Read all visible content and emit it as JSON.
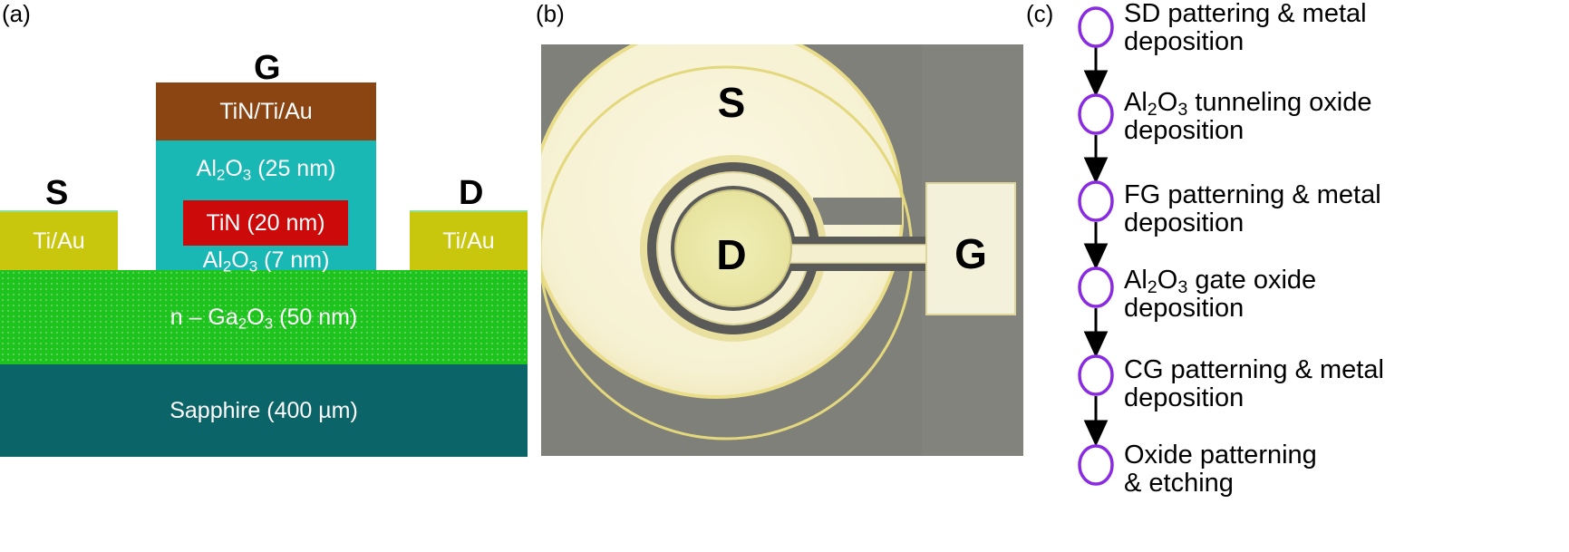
{
  "panel_a": {
    "label": "(a)",
    "gate_terminal": "G",
    "source_terminal": "S",
    "drain_terminal": "D",
    "gate_metal": "TiN/Ti/Au",
    "top_oxide": {
      "pre": "Al",
      "sub1": "2",
      "mid": "O",
      "sub2": "3",
      "post": " (25 nm)"
    },
    "floating_gate": "TiN (20 nm)",
    "tunnel_oxide": {
      "pre": "Al",
      "sub1": "2",
      "mid": "O",
      "sub2": "3",
      "post": " (7 nm)"
    },
    "source_metal": "Ti/Au",
    "drain_metal": "Ti/Au",
    "channel": {
      "pre": "n – Ga",
      "sub1": "2",
      "mid": "O",
      "sub2": "3",
      "post": " (50 nm)"
    },
    "substrate": "Sapphire (400 µm)",
    "colors": {
      "gate_metal": "#8b4513",
      "oxide": "#1ab8b4",
      "floating_gate": "#cc0a0a",
      "contact": "#c9c60e",
      "channel": "#1ec31e",
      "substrate": "#0a6468"
    }
  },
  "panel_b": {
    "label": "(b)",
    "source_label": "S",
    "drain_label": "D",
    "gate_label": "G"
  },
  "panel_c": {
    "label": "(c)",
    "steps": [
      {
        "line1": "SD pattering & metal",
        "line2": "deposition"
      },
      {
        "line1_pre": "Al",
        "line1_sub1": "2",
        "line1_mid": "O",
        "line1_sub2": "3",
        "line1_post": " tunneling oxide",
        "line2": "deposition"
      },
      {
        "line1": "FG patterning & metal",
        "line2": "deposition"
      },
      {
        "line1_pre": "Al",
        "line1_sub1": "2",
        "line1_mid": "O",
        "line1_sub2": "3",
        "line1_post": " gate oxide",
        "line2": "deposition"
      },
      {
        "line1": "CG patterning & metal",
        "line2": "deposition"
      },
      {
        "line1": "Oxide patterning",
        "line2": "& etching"
      }
    ],
    "node_color": "#8a2be2"
  }
}
